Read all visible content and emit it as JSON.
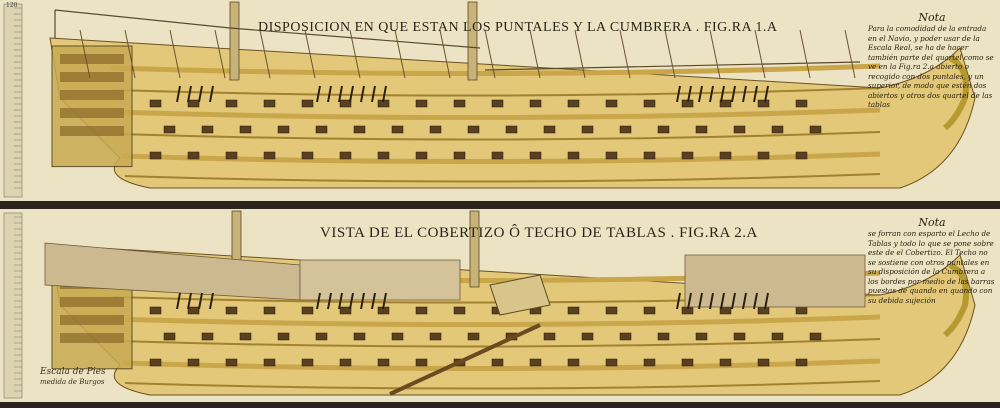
{
  "figure1": {
    "title": "DISPOSICION EN QUE ESTAN LOS PUNTALES Y LA CUMBRERA . FIG.RA 1.A",
    "note_heading": "Nota",
    "note_text": "Para la comodidad de la entrada en el Navio, y poder usar de la Escala Real, se ha de hacer también parte del quartel como se ve en la Fig.ra 2.a abierto o recogido con dos puntales, y un superior, de modo que estén dos abiertos y otros dos quartel de las tablas"
  },
  "figure2": {
    "title": "VISTA DE EL COBERTIZO Ô TECHO DE TABLAS . FIG.RA 2.A",
    "note_heading": "Nota",
    "note_text": "se forran con esparto el Lecho de Tablas y todo lo que se pone sobre este de el Cobertizo. El Techo no se sostiene con otros puntales en su disposición de la Cumbrera a los bordes por medio de las barras puestas de quando en quando con su debida sujeción",
    "scale_label": "Escala de Pies",
    "scale_sublabel": "medida de Burgos"
  },
  "ruler": {
    "top_label": "120"
  },
  "colors": {
    "paper": "#ebe3c3",
    "hull": "#e2c878",
    "stripe": "#c9a64a",
    "ink": "#2a2418",
    "frame": "#2a241c"
  }
}
